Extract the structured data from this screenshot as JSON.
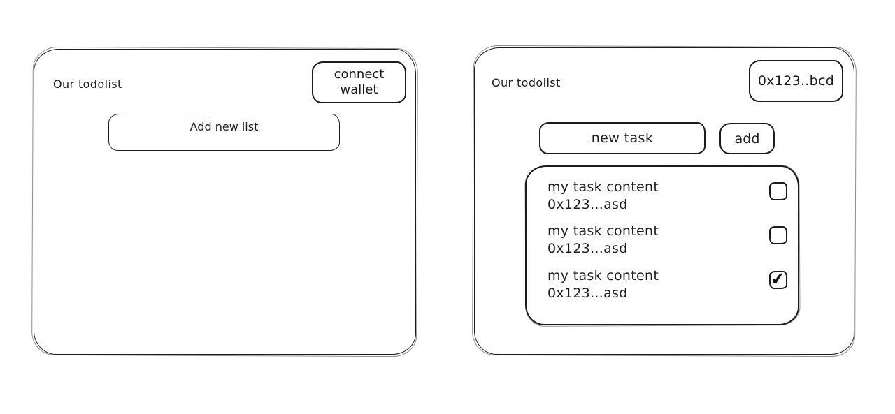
{
  "ink_color": "#1b1b1b",
  "background_color": "#ffffff",
  "left_panel": {
    "title": "Our todolist",
    "connect_wallet_button": {
      "line1": "connect",
      "line2": "wallet"
    },
    "add_new_list_field": "Add new list"
  },
  "right_panel": {
    "title": "Our todolist",
    "wallet_address_button": "0x123..bcd",
    "new_task_field": "new task",
    "add_button": "add",
    "checkmark_glyph": "✔",
    "tasks": [
      {
        "content": "my task content",
        "address": "0x123...asd",
        "checked": false
      },
      {
        "content": "my task content",
        "address": "0x123...asd",
        "checked": false
      },
      {
        "content": "my task content",
        "address": "0x123...asd",
        "checked": true
      }
    ]
  }
}
